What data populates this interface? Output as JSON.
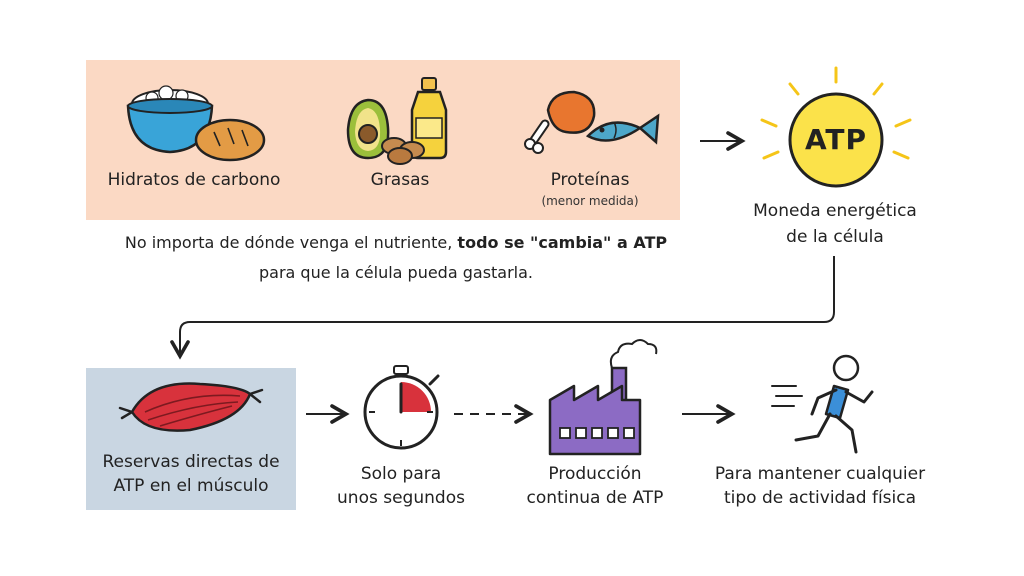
{
  "foods": {
    "carbs": "Hidratos de carbono",
    "fats": "Grasas",
    "proteins": "Proteínas",
    "proteins_note": "(menor medida)"
  },
  "note": {
    "line1_plain": "No importa de dónde venga el nutriente, ",
    "line1_bold": "todo se \"cambia\" a ATP",
    "line2": "para que la célula pueda gastarla."
  },
  "atp": {
    "symbol": "ATP",
    "caption_line1": "Moneda energética",
    "caption_line2": "de la célula"
  },
  "steps": {
    "muscle_line1": "Reservas directas de",
    "muscle_line2": "ATP en el músculo",
    "timer_line1": "Solo para",
    "timer_line2": "unos segundos",
    "factory_line1": "Producción",
    "factory_line2": "continua de ATP",
    "runner_line1": "Para mantener cualquier",
    "runner_line2": "tipo de actividad física"
  },
  "colors": {
    "food_panel": "#fbd9c4",
    "muscle_panel": "#c9d6e2",
    "sun": "#fbe24a",
    "bowl": "#39a4d8",
    "muscle": "#d8323c",
    "factory": "#8c6bc4",
    "runner_shirt": "#3b8fd8"
  }
}
